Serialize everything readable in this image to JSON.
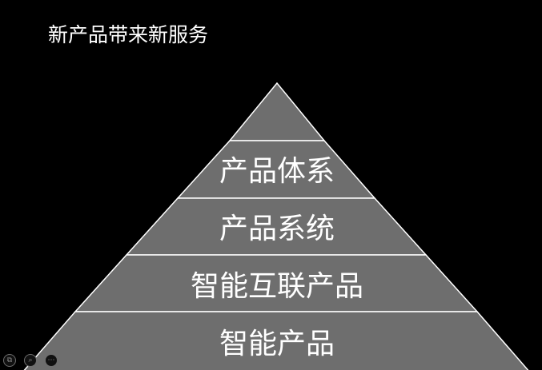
{
  "slide": {
    "title": "新产品带来新服务"
  },
  "diagram": {
    "type": "pyramid",
    "layers_top_to_bottom": [
      "",
      "产品体系",
      "产品系统",
      "智能互联产品",
      "智能产品"
    ],
    "colors": {
      "background": "#000000",
      "fill": "#6e6e6e",
      "stroke": "#ffffff",
      "label": "#ffffff"
    }
  },
  "viewer_controls": {
    "items": [
      {
        "icon": "copy-slide-icon",
        "glyph": "⧉"
      },
      {
        "icon": "zoom-icon",
        "glyph": "⌕"
      },
      {
        "icon": "more-options-icon",
        "glyph": "⋯"
      }
    ]
  }
}
